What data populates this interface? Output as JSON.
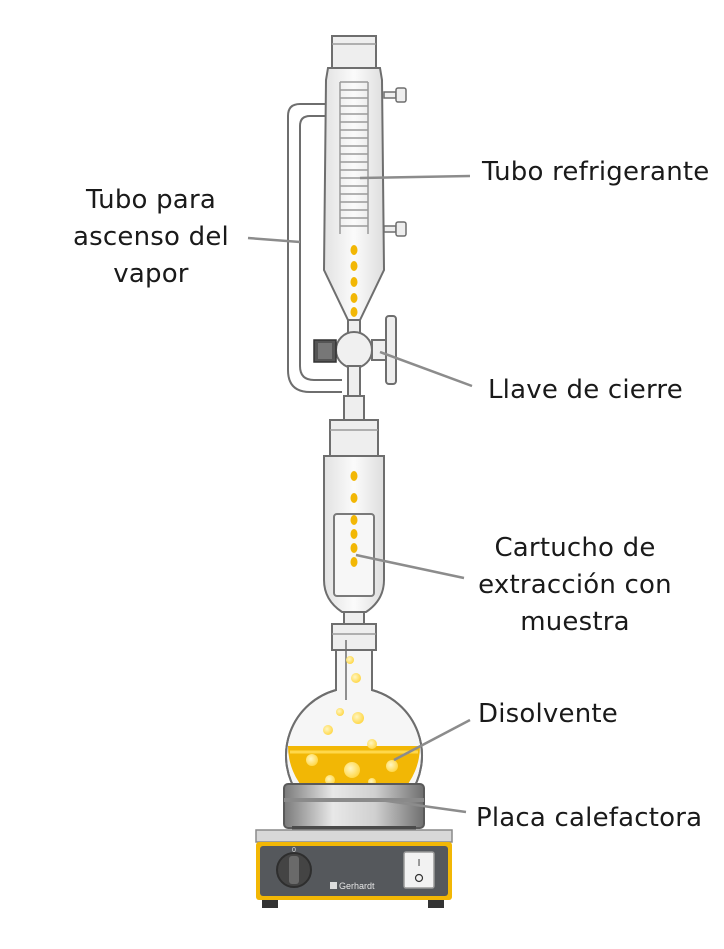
{
  "labels": {
    "tubo_vapor": [
      "Tubo para",
      "ascenso del",
      "vapor"
    ],
    "tubo_refrigerante": "Tubo refrigerante",
    "llave_cierre": "Llave de cierre",
    "cartucho": [
      "Cartucho de",
      "extracción con",
      "muestra"
    ],
    "disolvente": "Disolvente",
    "placa": "Placa calefactora"
  },
  "brand": "Gerhardt",
  "switch_marks": {
    "on": "I",
    "off": "O"
  },
  "knob_mark": "0",
  "colors": {
    "solvent": "#f2b705",
    "solvent_light": "#ffd84a",
    "glass_stroke": "#6e6e6e",
    "glass_fill": "#f4f4f4",
    "heater_body": "#55585c",
    "heater_accent": "#f2b705",
    "leader_line": "#8c8c8c"
  }
}
